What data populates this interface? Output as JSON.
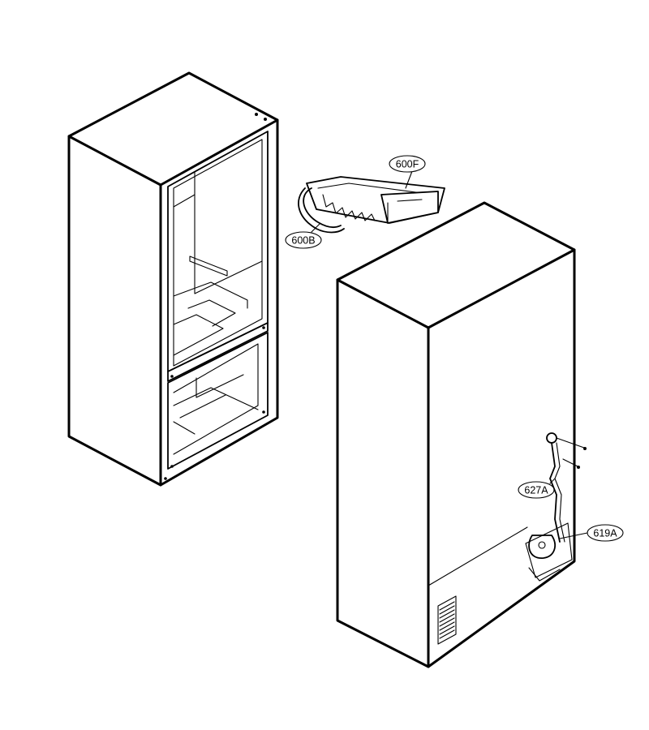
{
  "callouts": [
    {
      "id": "600F",
      "label": "600F"
    },
    {
      "id": "600B",
      "label": "600B"
    },
    {
      "id": "627A",
      "label": "627A"
    },
    {
      "id": "619A",
      "label": "619A"
    }
  ]
}
